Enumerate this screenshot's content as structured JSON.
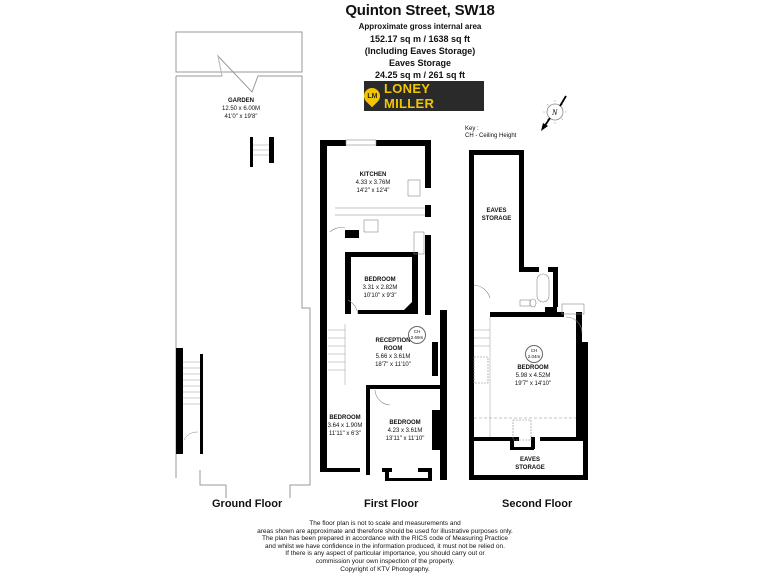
{
  "header": {
    "title": "Quinton Street, SW18",
    "lines": [
      "Approximate gross internal area",
      "152.17 sq m / 1638 sq ft",
      "(Including Eaves Storage)",
      "Eaves Storage",
      "24.25 sq m / 261 sq ft"
    ]
  },
  "logo": {
    "monogram": "LM",
    "text": "LONEY MILLER",
    "bg_color": "#2a2a2a",
    "accent_color": "#f2c500"
  },
  "compass": {
    "label": "N"
  },
  "key": {
    "title": "Key :",
    "entry": "CH - Ceiling Height"
  },
  "floors": {
    "ground": {
      "label": "Ground Floor",
      "rooms": [
        {
          "name": "GARDEN",
          "metric": "12.50 x 6.00M",
          "imperial": "41'0\" x 19'8\""
        }
      ]
    },
    "first": {
      "label": "First Floor",
      "rooms": [
        {
          "name": "KITCHEN",
          "metric": "4.33 x 3.76M",
          "imperial": "14'2\" x 12'4\""
        },
        {
          "name": "BEDROOM",
          "metric": "3.31 x 2.82M",
          "imperial": "10'10\" x 9'3\""
        },
        {
          "name": "RECEPTION",
          "name2": "ROOM",
          "metric": "5.66 x 3.61M",
          "imperial": "18'7\" x 11'10\"",
          "ch_label": "CH",
          "ch_value": "2.69m"
        },
        {
          "name": "BEDROOM",
          "metric": "3.64 x 1.90M",
          "imperial": "11'11\" x 6'3\""
        },
        {
          "name": "BEDROOM",
          "metric": "4.23 x 3.61M",
          "imperial": "13'11\" x 11'10\""
        }
      ]
    },
    "second": {
      "label": "Second Floor",
      "rooms": [
        {
          "name": "EAVES",
          "name2": "STORAGE"
        },
        {
          "name": "BEDROOM",
          "metric": "5.98 x 4.52M",
          "imperial": "19'7\" x 14'10\"",
          "ch_label": "CH",
          "ch_value": "2.04m"
        },
        {
          "name": "EAVES",
          "name2": "STORAGE"
        }
      ]
    }
  },
  "disclaimer": [
    "The floor plan is not to scale and measurements and",
    "areas shown are approximate and therefore should be used for illustrative purposes only.",
    "The plan has been prepared in accordance with the RICS code of Measuring Practice",
    "and whilst we have confidence in the information produced, it must not be relied on.",
    "If there is any aspect of particular importance, you should carry out or",
    "commission your own inspection of the property.",
    "Copyright of KTV Photography."
  ]
}
